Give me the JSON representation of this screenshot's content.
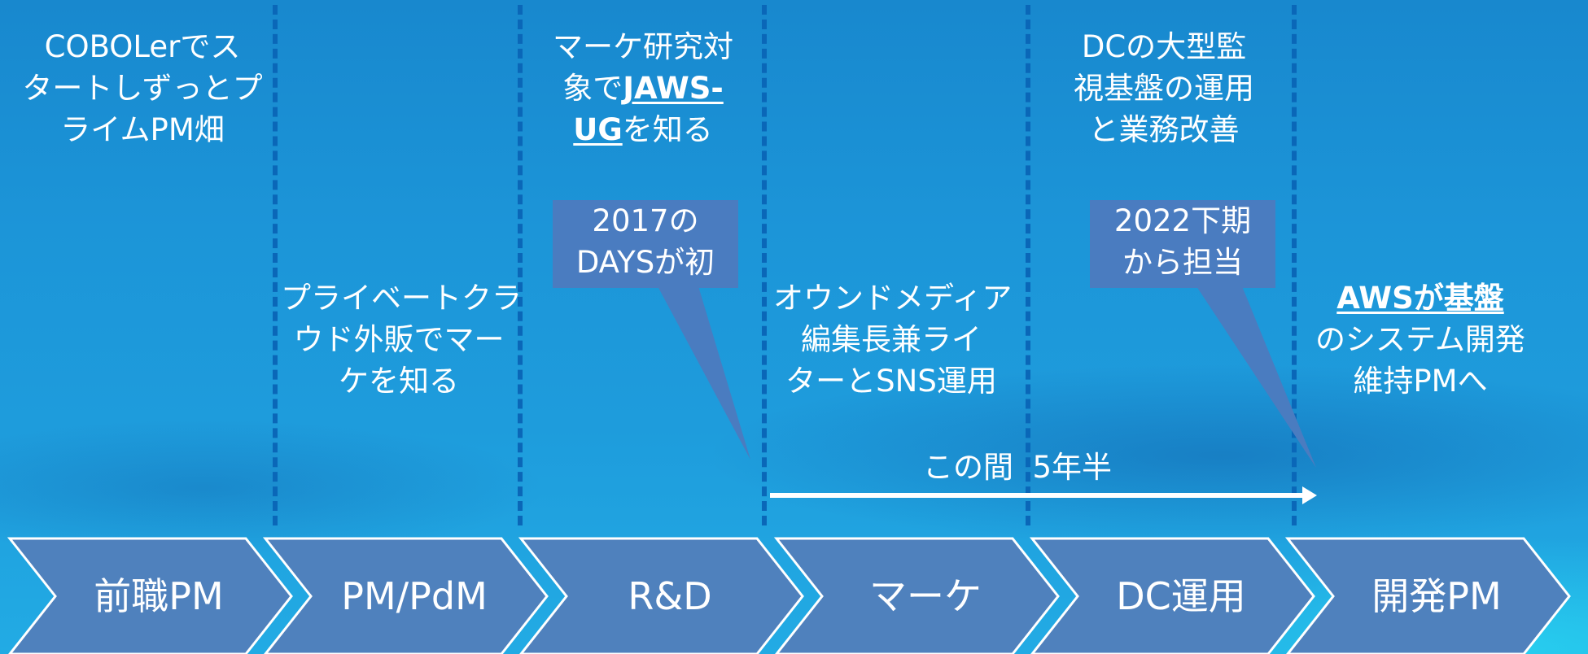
{
  "phases": [
    {
      "label": "前職PM"
    },
    {
      "label": "PM/PdM"
    },
    {
      "label": "R&D"
    },
    {
      "label": "マーケ"
    },
    {
      "label": "DC運用"
    },
    {
      "label": "開発PM"
    }
  ],
  "descriptions": {
    "prev": {
      "line1": "COBOLerでス",
      "line2": "タートしずっとプ",
      "line3": "ライムPM畑"
    },
    "pdm": {
      "line1": "プライベートクラ",
      "line2": "ウド外販でマー",
      "line3": "ケを知る"
    },
    "rnd": {
      "line1": "マーケ研究対",
      "line2a": "象で",
      "line2b": "JAWS-",
      "line3a": "UG",
      "line3b": "を知る"
    },
    "marke": {
      "line1": "オウンドメディア",
      "line2": "編集長兼ライ",
      "line3": "ターとSNS運用"
    },
    "dc": {
      "line1": "DCの大型監",
      "line2": "視基盤の運用",
      "line3": "と業務改善"
    },
    "dev": {
      "line1": "AWSが基盤",
      "line2": "のシステム開発",
      "line3": "維持PMへ"
    }
  },
  "callouts": {
    "days": {
      "line1": "2017の",
      "line2": "DAYSが初"
    },
    "shimoki": {
      "line1": "2022下期",
      "line2": "から担当"
    }
  },
  "span": {
    "label": "この間  5年半"
  },
  "colors": {
    "chevron": "#4f81bd",
    "callout": "#4a7cc0",
    "separator": "#0a67b8",
    "text": "#ffffff"
  }
}
